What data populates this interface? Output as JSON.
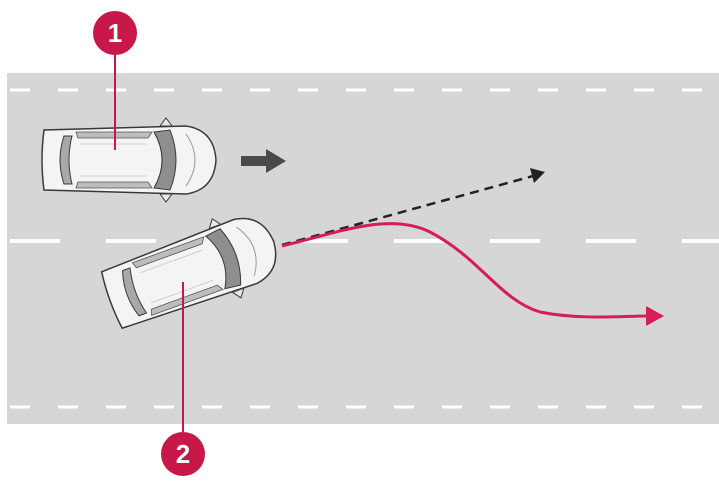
{
  "callouts": [
    {
      "label": "1",
      "refers_to": "car-1"
    },
    {
      "label": "2",
      "refers_to": "car-2"
    }
  ],
  "colors": {
    "road": "#d6d6d6",
    "lane_marking": "#ffffff",
    "car_body": "#f4f4f4",
    "car_outline": "#3a3a3a",
    "callout": "#c8184a",
    "evasive_path": "#d41e55",
    "straight_path": "#222222",
    "direction_arrow": "#4a4a4a"
  },
  "icons": {
    "direction": "right-arrow-icon",
    "car": "car-top-view-icon"
  }
}
